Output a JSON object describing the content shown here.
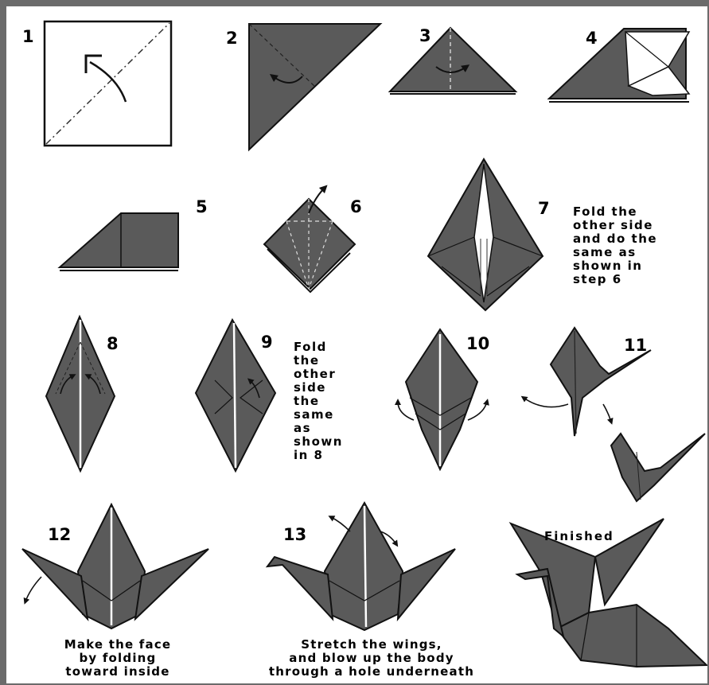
{
  "steps": [
    {
      "number": "1"
    },
    {
      "number": "2"
    },
    {
      "number": "3"
    },
    {
      "number": "4"
    },
    {
      "number": "5"
    },
    {
      "number": "6"
    },
    {
      "number": "7",
      "note": "Fold the\nother side\nand do the\nsame as\nshown in\nstep 6"
    },
    {
      "number": "8"
    },
    {
      "number": "9",
      "note": "Fold\nthe\nother\nside\nthe\nsame\nas\nshown\nin 8"
    },
    {
      "number": "10"
    },
    {
      "number": "11"
    },
    {
      "number": "12",
      "caption": "Make the face\nby folding\ntoward inside"
    },
    {
      "number": "13",
      "caption": "Stretch the wings,\nand blow up the body\nthrough a hole underneath"
    }
  ],
  "finished_label": "Finished",
  "colors": {
    "paper": "#5a5a5a",
    "line": "#111111",
    "border": "#6b6b6b"
  }
}
